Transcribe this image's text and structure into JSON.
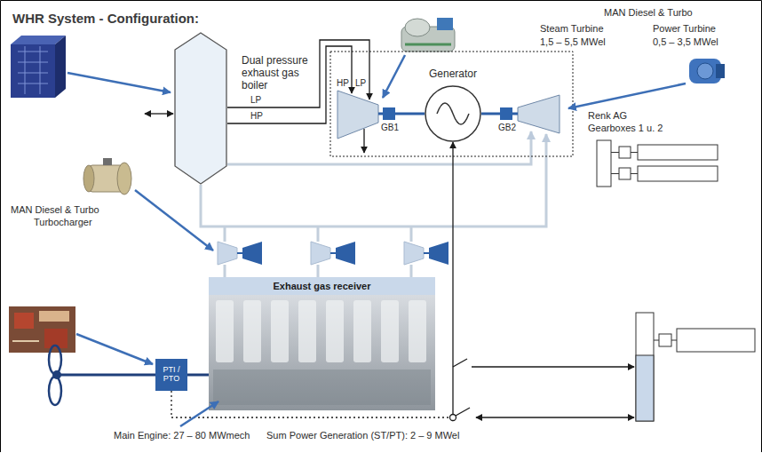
{
  "diagram": {
    "title": "WHR System - Configuration:",
    "nodes": [
      {
        "text": [
          "Dual pressure exhaust gas boiler"
        ]
      },
      {
        "text": [
          "GB1"
        ]
      },
      {
        "text": [
          "Generator"
        ]
      },
      {
        "text": [
          "GB2"
        ]
      },
      {
        "text": [
          "Exhaust gas receiver"
        ]
      },
      {
        "text": [
          "PTI / PTO"
        ]
      }
    ],
    "edges": [
      {
        "from": 1,
        "to": 2,
        "arrow": "none"
      },
      {
        "from": 2,
        "to": 3,
        "arrow": "none"
      }
    ],
    "labels": [
      "LP",
      "HP",
      "HP",
      "LP",
      "MAN Diesel & Turbo",
      "Steam Turbine",
      "1,5 – 5,5 MWel",
      "Power Turbine",
      "0,5 – 3,5 MWel",
      "MAN Diesel & Turbo",
      "Turbocharger",
      "Renk AG",
      "Gearboxes 1 u. 2",
      "Main Engine: 27 – 80 MWmech",
      "Sum Power Generation (ST/PT): 2 – 9 MWel"
    ]
  }
}
